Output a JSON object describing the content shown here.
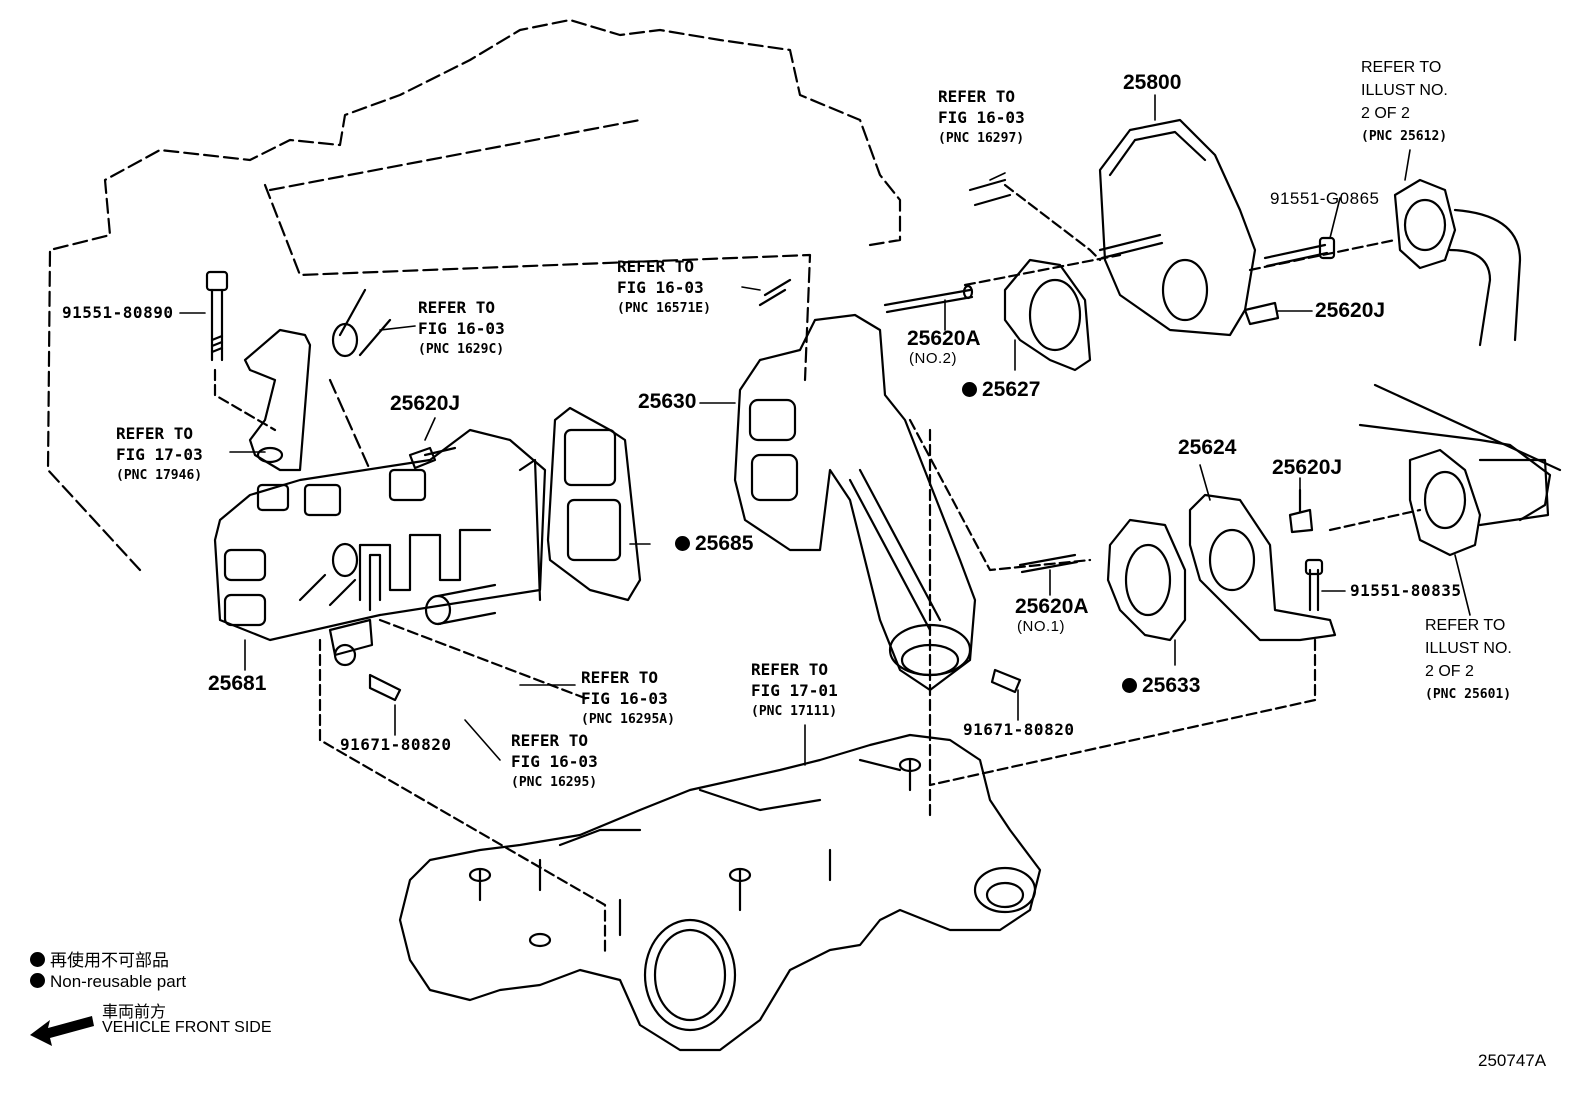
{
  "parts": {
    "p25800": "25800",
    "p25630": "25630",
    "p25681": "25681",
    "p25685": "25685",
    "p25620J_a": "25620J",
    "p25620J_b": "25620J",
    "p25620J_c": "25620J",
    "p25620A_no2": "25620A",
    "p25620A_no2_sub": "(NO.2)",
    "p25620A_no1": "25620A",
    "p25620A_no1_sub": "(NO.1)",
    "p25627": "25627",
    "p25624": "25624",
    "p25633": "25633",
    "b91551_80890": "91551-80890",
    "b91551_G0865": "91551-G0865",
    "b91551_80835": "91551-80835",
    "b91671_80820_a": "91671-80820",
    "b91671_80820_b": "91671-80820"
  },
  "refs": {
    "r16297": {
      "line1": "REFER TO",
      "line2": "FIG 16-03",
      "line3": "(PNC 16297)"
    },
    "r16571E": {
      "line1": "REFER TO",
      "line2": "FIG 16-03",
      "line3": "(PNC 16571E)"
    },
    "r1629C": {
      "line1": "REFER TO",
      "line2": "FIG 16-03",
      "line3": "(PNC 1629C)"
    },
    "r17946": {
      "line1": "REFER TO",
      "line2": "FIG 17-03",
      "line3": "(PNC 17946)"
    },
    "r16295A": {
      "line1": "REFER TO",
      "line2": "FIG 16-03",
      "line3": "(PNC 16295A)"
    },
    "r16295": {
      "line1": "REFER TO",
      "line2": "FIG 16-03",
      "line3": "(PNC 16295)"
    },
    "r17111": {
      "line1": "REFER TO",
      "line2": "FIG 17-01",
      "line3": "(PNC 17111)"
    },
    "r25612": {
      "line1": "REFER TO",
      "line2": "ILLUST NO.",
      "line3": "2 OF 2",
      "line4": "(PNC 25612)"
    },
    "r25601": {
      "line1": "REFER TO",
      "line2": "ILLUST NO.",
      "line3": "2 OF 2",
      "line4": "(PNC 25601)"
    }
  },
  "legend": {
    "jp_nonreusable": "再使用不可部品",
    "nonreusable": "Non-reusable part",
    "jp_front": "車両前方",
    "front": "VEHICLE FRONT SIDE"
  },
  "figure_id": "250747A"
}
